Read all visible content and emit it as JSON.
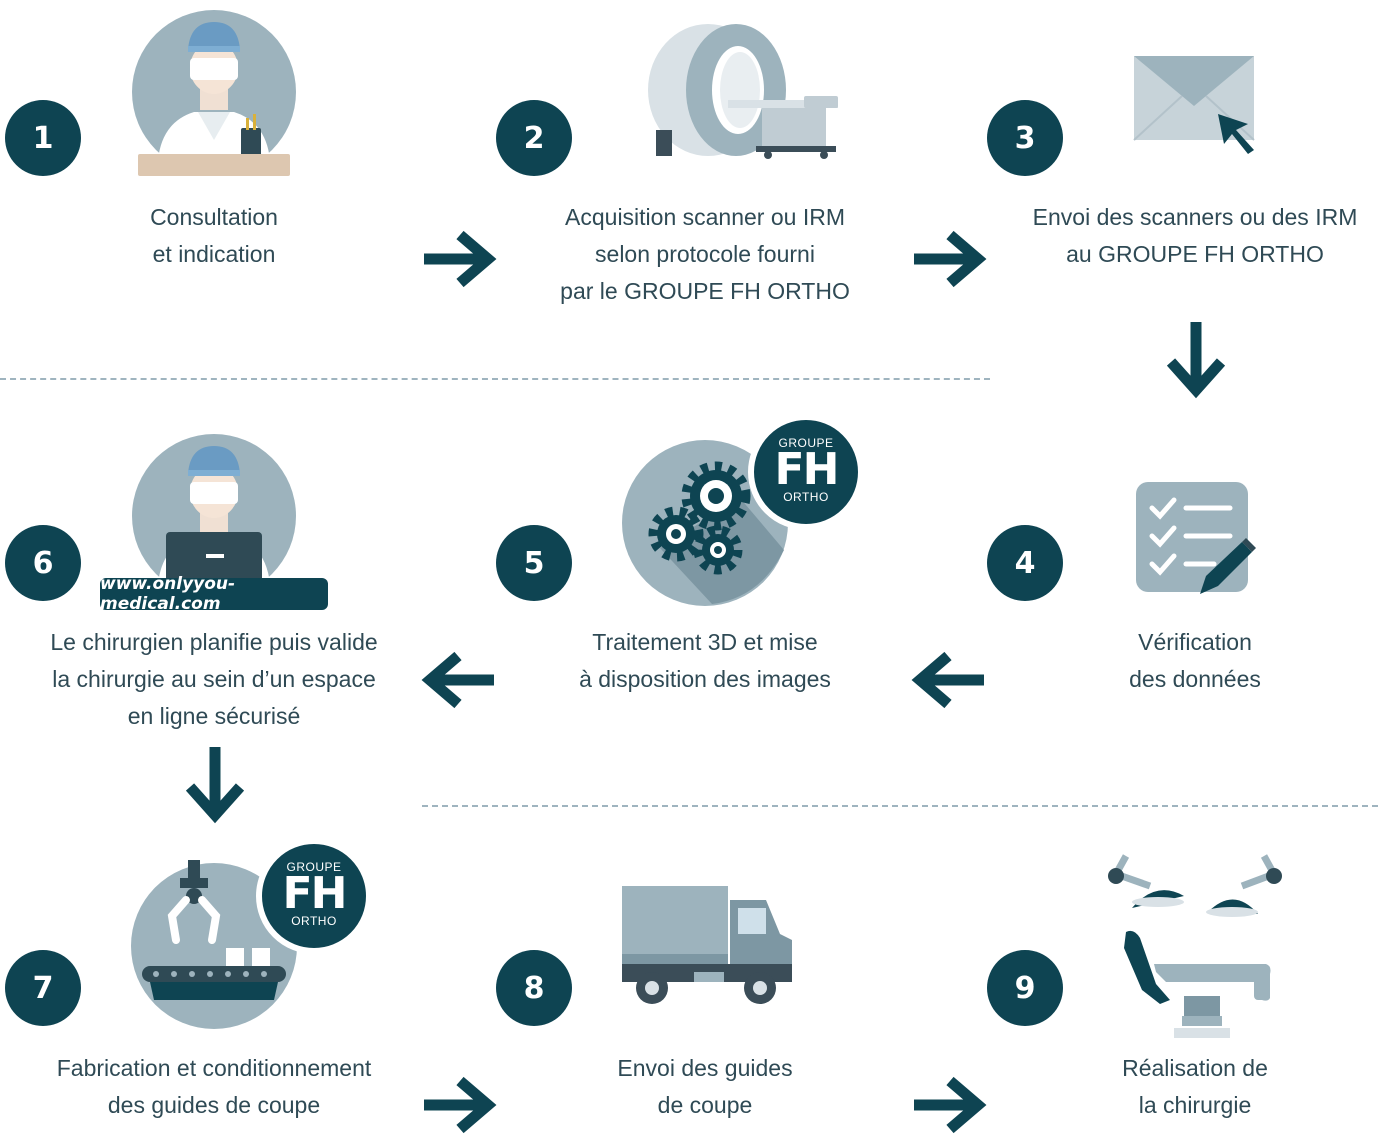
{
  "steps": [
    {
      "number": "1",
      "lines": [
        "Consultation",
        "et indication"
      ]
    },
    {
      "number": "2",
      "lines": [
        "Acquisition scanner ou IRM",
        "selon protocole fourni",
        "par le GROUPE FH ORTHO"
      ]
    },
    {
      "number": "3",
      "lines": [
        "Envoi des scanners ou des IRM",
        "au GROUPE FH ORTHO"
      ]
    },
    {
      "number": "4",
      "lines": [
        "Vérification",
        "des données"
      ]
    },
    {
      "number": "5",
      "lines": [
        "Traitement 3D et mise",
        "à disposition des images"
      ]
    },
    {
      "number": "6",
      "lines": [
        "Le chirurgien planifie puis valide",
        "la chirurgie au sein d’un espace",
        "en ligne sécurisé"
      ]
    },
    {
      "number": "7",
      "lines": [
        "Fabrication et conditionnement",
        "des guides de coupe"
      ]
    },
    {
      "number": "8",
      "lines": [
        "Envoi des guides",
        "de coupe"
      ]
    },
    {
      "number": "9",
      "lines": [
        "Réalisation de",
        "la chirurgie"
      ]
    }
  ],
  "logo": {
    "top": "GROUPE",
    "main": "FH",
    "bottom": "ORTHO"
  },
  "website": "www.onlyyou-medical.com",
  "colors": {
    "badge": "#0e4452",
    "arrow": "#0e4452",
    "illustration": "#9db3bd",
    "text": "#2f4a55"
  },
  "icons": [
    "doctor-desk-icon",
    "mri-scanner-icon",
    "envelope-cursor-icon",
    "checklist-icon",
    "gears-icon",
    "doctor-laptop-icon",
    "robot-claw-icon",
    "truck-icon",
    "surgery-table-icon"
  ]
}
